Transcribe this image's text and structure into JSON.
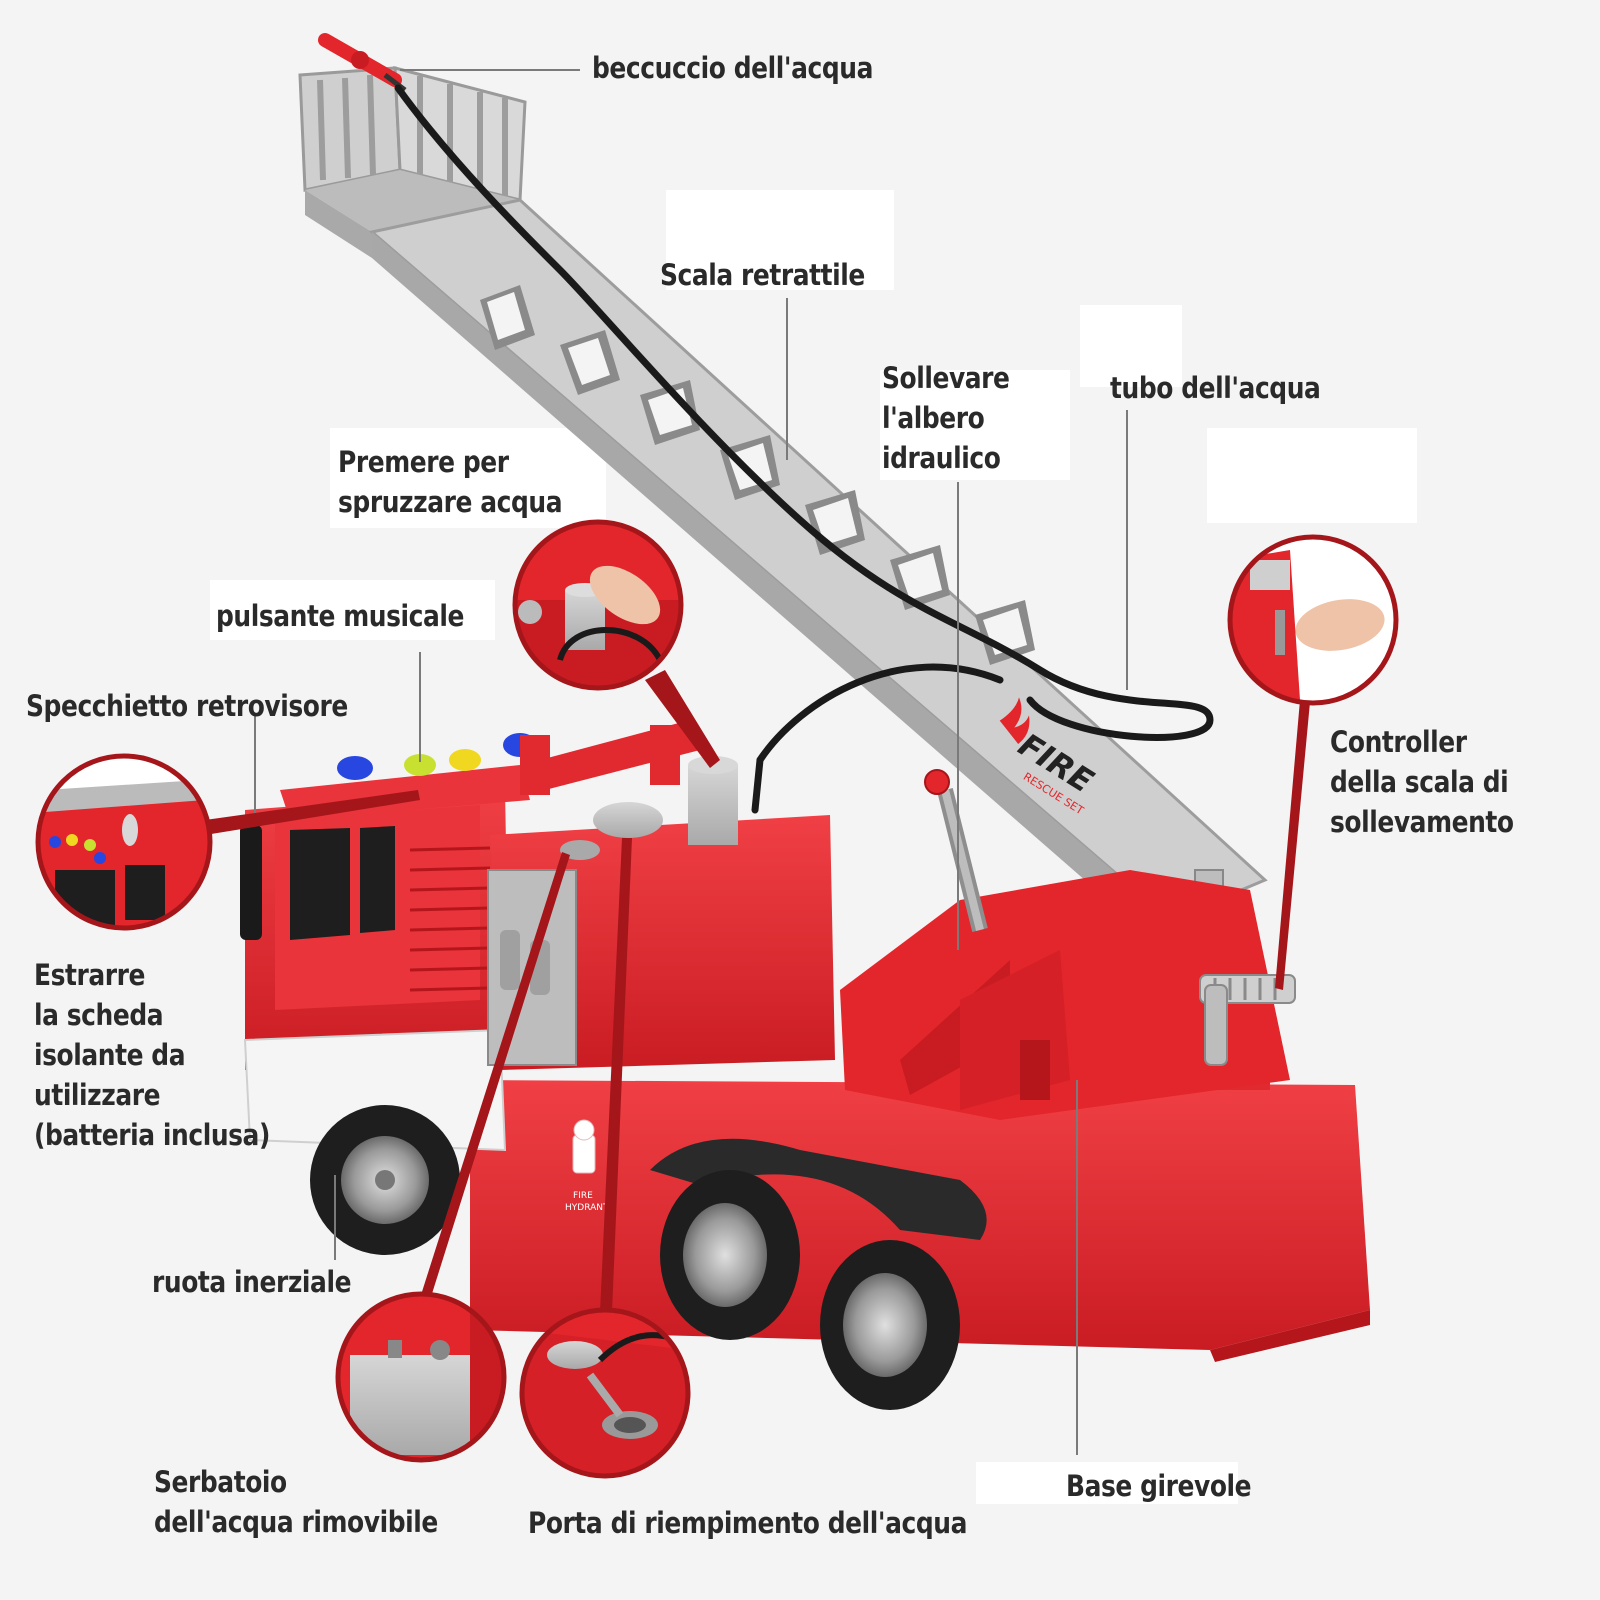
{
  "labels": {
    "water_nozzle": "beccuccio dell'acqua",
    "retractable_ladder": "Scala retrattile",
    "hydraulic_shaft": "Sollevare\nl'albero\nidraulico",
    "water_hose": "tubo dell'acqua",
    "spray_button": "Premere per\nspruzzare acqua",
    "music_button": "pulsante musicale",
    "mirror": "Specchietto retrovisore",
    "ladder_controller": "Controller\ndella scala di\nsollevamento",
    "insulation_tab": "Estrarre\nla scheda\nisolante da\nutilizzare\n(batteria inclusa)",
    "inertia_wheel": "ruota inerziale",
    "removable_tank": "Serbatoio\ndell'acqua rimovibile",
    "fill_port": "Porta di riempimento dell'acqua",
    "turntable": "Base girevole"
  },
  "truck_decal": {
    "brand": "FIRE",
    "sub": "RESCUE SET",
    "hydrant_top": "FIRE",
    "hydrant_bottom": "HYDRANT"
  },
  "colors": {
    "truck_red": "#e3262b",
    "truck_dark_red": "#b5161b",
    "ladder_grey": "#c4c4c4",
    "leader_red": "#a5161b",
    "leader_grey": "#7a7a7a",
    "light_blue": "#2846e0",
    "light_yellow": "#f0d820",
    "light_lime": "#c8e030"
  }
}
